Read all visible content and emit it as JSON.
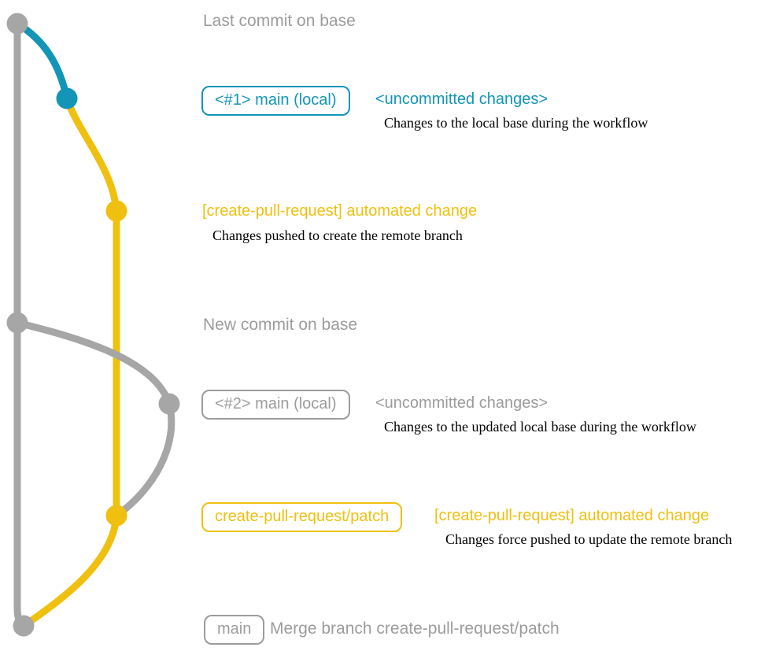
{
  "colors": {
    "teal": "#1295b7",
    "yellow": "#f0c010",
    "gray": "#a6a6a6",
    "gray_text": "#9c9c9c",
    "note_text": "#000000"
  },
  "graph": {
    "commits": [
      {
        "name": "last-commit-on-base",
        "color": "gray"
      },
      {
        "name": "local-main-1-uncommitted",
        "color": "teal"
      },
      {
        "name": "create-pull-request-push-1",
        "color": "yellow"
      },
      {
        "name": "new-commit-on-base",
        "color": "gray"
      },
      {
        "name": "local-main-2-uncommitted",
        "color": "gray"
      },
      {
        "name": "create-pull-request-force-push",
        "color": "yellow"
      },
      {
        "name": "merge-commit",
        "color": "gray"
      }
    ]
  },
  "annotations": {
    "last_commit_on_base": "Last commit on base",
    "branch1_badge": "<#1> main (local)",
    "branch1_status": "<uncommitted changes>",
    "branch1_note": "Changes to the local base during the workflow",
    "commit_yellow1_label": "[create-pull-request] automated change",
    "commit_yellow1_note": "Changes pushed to create the remote branch",
    "new_commit_on_base": "New commit on base",
    "branch2_badge": "<#2> main (local)",
    "branch2_status": "<uncommitted changes>",
    "branch2_note": "Changes to the updated local base during the workflow",
    "patch_badge": "create-pull-request/patch",
    "commit_yellow2_label": "[create-pull-request] automated change",
    "commit_yellow2_note": "Changes force pushed to update the remote branch",
    "main_badge": "main",
    "merge_label": "Merge branch create-pull-request/patch"
  }
}
